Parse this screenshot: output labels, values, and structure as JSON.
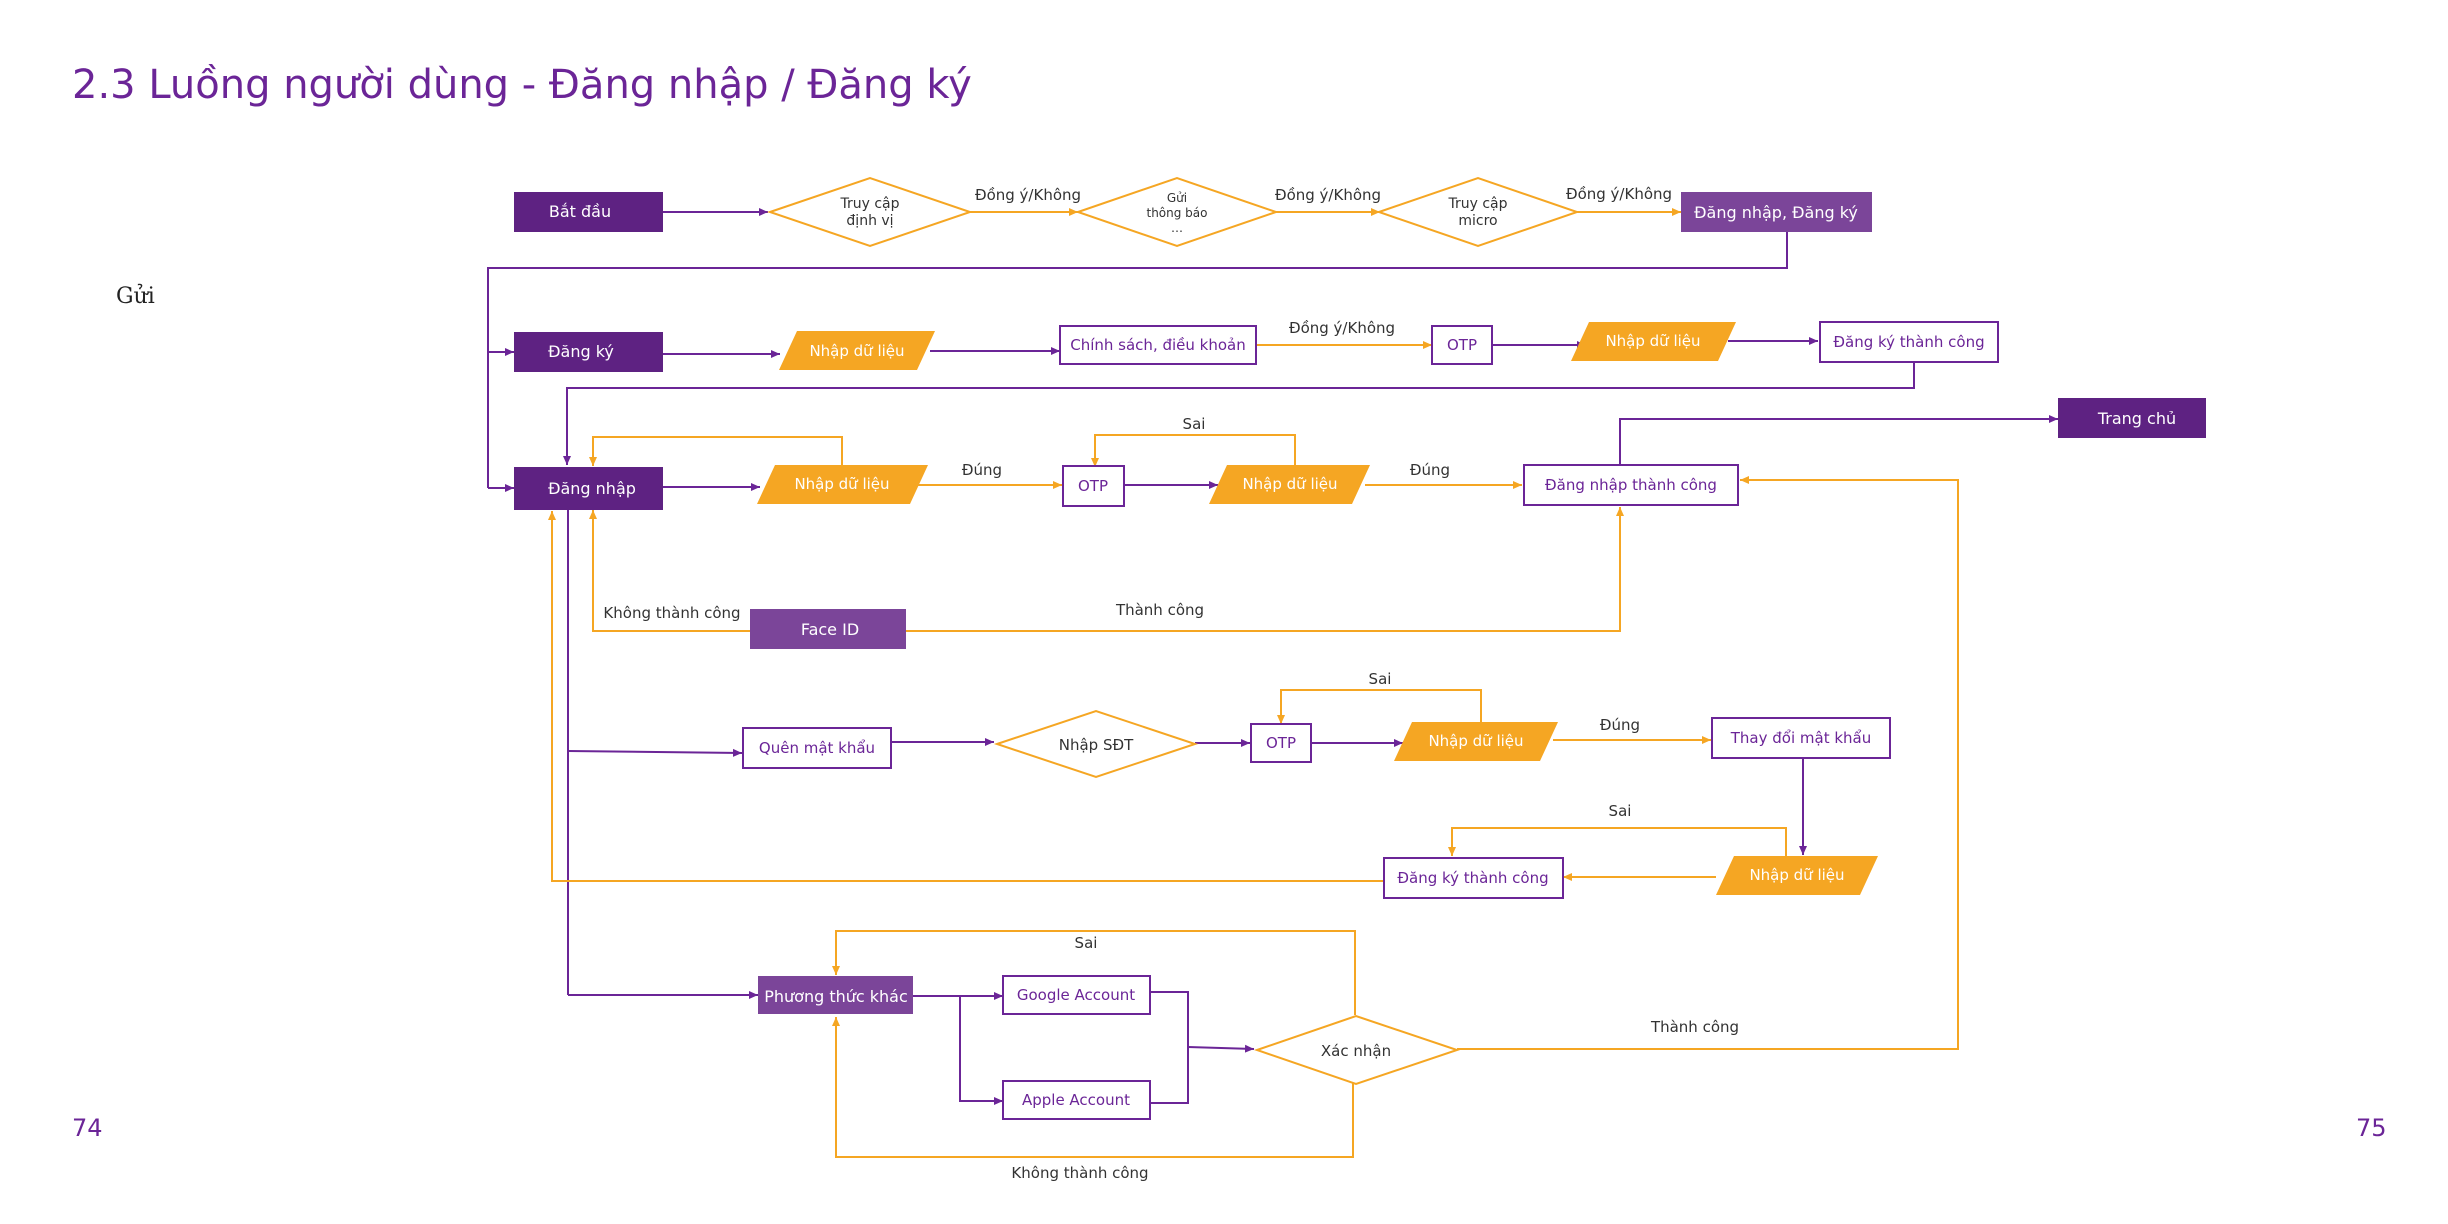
{
  "title": "2.3 Luồng người dùng - Đăng nhập / Đăng ký",
  "side_note": "Gửi",
  "page_numbers": {
    "left": "74",
    "right": "75"
  },
  "colors": {
    "purple": "#6b2597",
    "purple_dark": "#5e2282",
    "purple_mid": "#7b4599",
    "orange": "#f5a623"
  },
  "nodes": {
    "start": "Bắt đầu",
    "loc_access": [
      "Truy cập",
      "định vị"
    ],
    "notif": [
      "Gửi",
      "thông báo",
      "…"
    ],
    "mic_access": [
      "Truy cập",
      "micro"
    ],
    "login_register": "Đăng nhập, Đăng ký",
    "register": "Đăng ký",
    "reg_input": "Nhập dữ liệu",
    "policy": "Chính sách, điều khoản",
    "reg_otp": "OTP",
    "reg_input2": "Nhập dữ liệu",
    "reg_success": "Đăng ký thành công",
    "home": "Trang chủ",
    "login": "Đăng nhập",
    "login_input": "Nhập dữ liệu",
    "login_otp": "OTP",
    "login_input2": "Nhập dữ liệu",
    "login_success": "Đăng nhập thành công",
    "face_id": "Face ID",
    "forgot": "Quên mật khẩu",
    "phone_input": "Nhập SĐT",
    "forgot_otp": "OTP",
    "forgot_input": "Nhập dữ liệu",
    "change_pw": "Thay đổi mật khẩu",
    "new_input": "Nhập dữ liệu",
    "forgot_success": "Đăng ký thành công",
    "other": "Phương thức khác",
    "google": "Google Account",
    "apple": "Apple Account",
    "verify": "Xác nhận"
  },
  "edge_labels": {
    "agree1": "Đồng ý/Không",
    "agree2": "Đồng ý/Không",
    "agree3": "Đồng ý/Không",
    "agree4": "Đồng ý/Không",
    "login_correct1": "Đúng",
    "login_wrong": "Sai",
    "login_correct2": "Đúng",
    "face_fail": "Không thành công",
    "face_ok": "Thành công",
    "forgot_wrong": "Sai",
    "forgot_correct": "Đúng",
    "new_wrong": "Sai",
    "other_wrong": "Sai",
    "other_ok": "Thành công",
    "other_fail": "Không thành công"
  }
}
